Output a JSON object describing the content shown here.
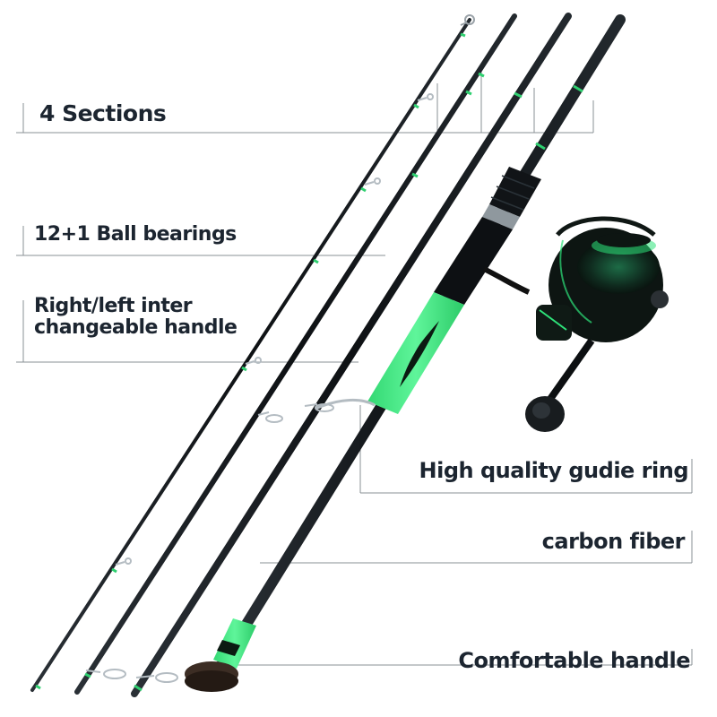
{
  "product": {
    "type": "4-piece spinning fishing rod and reel combo",
    "accent_color": "#4df08a",
    "rod_color": "#15191d"
  },
  "callouts": {
    "sections": "4  Sections",
    "bearings": "12+1 Ball bearings",
    "handle_line1": "Right/left inter",
    "handle_line2": "changeable handle",
    "guide_ring": "High quality gudie ring",
    "carbon": "carbon fiber",
    "comfortable": "Comfortable handle"
  }
}
